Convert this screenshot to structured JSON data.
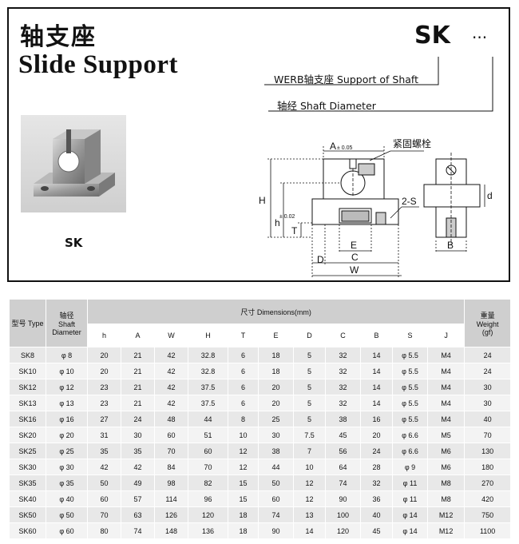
{
  "header": {
    "cn_title": "轴支座",
    "en_title": "Slide Support",
    "model_code": "SK",
    "ellipsis": "···",
    "code_note_1": "WERB轴支座 Support of Shaft",
    "code_note_2": "轴经  Shaft Diameter",
    "photo_label": "SK"
  },
  "drawing": {
    "label_a": "A",
    "label_a_tol": "± 0.05",
    "label_bolt": "紧固螺栓",
    "label_h": "H",
    "label_h_small": "h",
    "label_h_tol": "± 0.02",
    "label_t": "T",
    "label_2s": "2-S",
    "label_e": "E",
    "label_c": "C",
    "label_d_small": "D",
    "label_w": "W",
    "label_d": "d",
    "label_b": "B"
  },
  "table": {
    "type_header": "型号 Type",
    "shaft_header_cn": "轴径",
    "shaft_header_en1": "Shaft",
    "shaft_header_en2": "Diameter",
    "dims_header": "尺寸 Dimensions(mm)",
    "weight_header_cn": "重量",
    "weight_header_en": "Weight",
    "weight_header_unit": "(gf)",
    "columns": [
      "h",
      "A",
      "W",
      "H",
      "T",
      "E",
      "D",
      "C",
      "B",
      "S",
      "J"
    ],
    "rows": [
      {
        "type": "SK8",
        "shaft": "φ 8",
        "h": "20",
        "A": "21",
        "W": "42",
        "H": "32.8",
        "T": "6",
        "E": "18",
        "D": "5",
        "C": "32",
        "B": "14",
        "S": "φ 5.5",
        "J": "M4",
        "weight": "24"
      },
      {
        "type": "SK10",
        "shaft": "φ 10",
        "h": "20",
        "A": "21",
        "W": "42",
        "H": "32.8",
        "T": "6",
        "E": "18",
        "D": "5",
        "C": "32",
        "B": "14",
        "S": "φ 5.5",
        "J": "M4",
        "weight": "24"
      },
      {
        "type": "SK12",
        "shaft": "φ 12",
        "h": "23",
        "A": "21",
        "W": "42",
        "H": "37.5",
        "T": "6",
        "E": "20",
        "D": "5",
        "C": "32",
        "B": "14",
        "S": "φ 5.5",
        "J": "M4",
        "weight": "30"
      },
      {
        "type": "SK13",
        "shaft": "φ 13",
        "h": "23",
        "A": "21",
        "W": "42",
        "H": "37.5",
        "T": "6",
        "E": "20",
        "D": "5",
        "C": "32",
        "B": "14",
        "S": "φ 5.5",
        "J": "M4",
        "weight": "30"
      },
      {
        "type": "SK16",
        "shaft": "φ 16",
        "h": "27",
        "A": "24",
        "W": "48",
        "H": "44",
        "T": "8",
        "E": "25",
        "D": "5",
        "C": "38",
        "B": "16",
        "S": "φ 5.5",
        "J": "M4",
        "weight": "40"
      },
      {
        "type": "SK20",
        "shaft": "φ 20",
        "h": "31",
        "A": "30",
        "W": "60",
        "H": "51",
        "T": "10",
        "E": "30",
        "D": "7.5",
        "C": "45",
        "B": "20",
        "S": "φ 6.6",
        "J": "M5",
        "weight": "70"
      },
      {
        "type": "SK25",
        "shaft": "φ 25",
        "h": "35",
        "A": "35",
        "W": "70",
        "H": "60",
        "T": "12",
        "E": "38",
        "D": "7",
        "C": "56",
        "B": "24",
        "S": "φ 6.6",
        "J": "M6",
        "weight": "130"
      },
      {
        "type": "SK30",
        "shaft": "φ 30",
        "h": "42",
        "A": "42",
        "W": "84",
        "H": "70",
        "T": "12",
        "E": "44",
        "D": "10",
        "C": "64",
        "B": "28",
        "S": "φ 9",
        "J": "M6",
        "weight": "180"
      },
      {
        "type": "SK35",
        "shaft": "φ 35",
        "h": "50",
        "A": "49",
        "W": "98",
        "H": "82",
        "T": "15",
        "E": "50",
        "D": "12",
        "C": "74",
        "B": "32",
        "S": "φ 11",
        "J": "M8",
        "weight": "270"
      },
      {
        "type": "SK40",
        "shaft": "φ 40",
        "h": "60",
        "A": "57",
        "W": "114",
        "H": "96",
        "T": "15",
        "E": "60",
        "D": "12",
        "C": "90",
        "B": "36",
        "S": "φ 11",
        "J": "M8",
        "weight": "420"
      },
      {
        "type": "SK50",
        "shaft": "φ 50",
        "h": "70",
        "A": "63",
        "W": "126",
        "H": "120",
        "T": "18",
        "E": "74",
        "D": "13",
        "C": "100",
        "B": "40",
        "S": "φ 14",
        "J": "M12",
        "weight": "750"
      },
      {
        "type": "SK60",
        "shaft": "φ 60",
        "h": "80",
        "A": "74",
        "W": "148",
        "H": "136",
        "T": "18",
        "E": "90",
        "D": "14",
        "C": "120",
        "B": "45",
        "S": "φ 14",
        "J": "M12",
        "weight": "1100"
      }
    ]
  }
}
